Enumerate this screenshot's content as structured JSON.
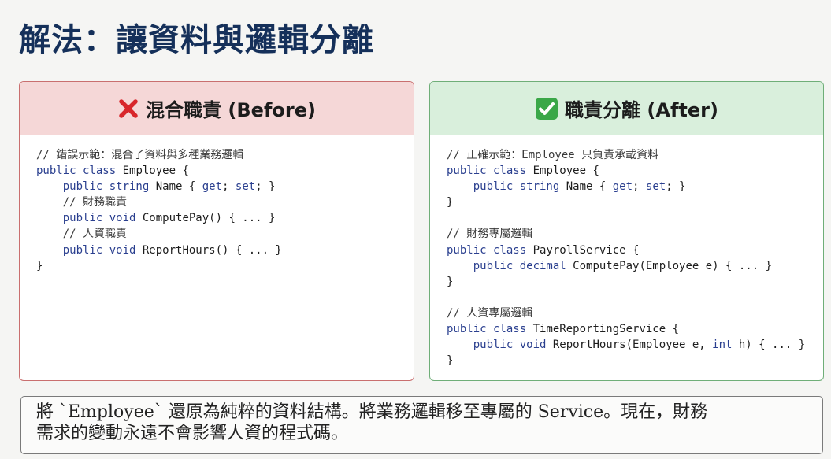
{
  "title": "解法：讓資料與邏輯分離",
  "before": {
    "icon": "cross-icon",
    "heading": "混合職責 (Before)",
    "accent": "#c96f6f",
    "header_bg": "#f5d7d7",
    "lines": [
      {
        "indent": "",
        "parts": [
          {
            "t": "// 錯誤示範：混合了資料與多種業務邏輯",
            "c": "cm"
          }
        ]
      },
      {
        "indent": "",
        "parts": [
          {
            "t": "public class",
            "c": "kw"
          },
          {
            "t": " Employee {",
            "c": ""
          }
        ]
      },
      {
        "indent": "    ",
        "parts": [
          {
            "t": "public string",
            "c": "kw"
          },
          {
            "t": " Name { ",
            "c": ""
          },
          {
            "t": "get",
            "c": "kw"
          },
          {
            "t": "; ",
            "c": ""
          },
          {
            "t": "set",
            "c": "kw"
          },
          {
            "t": "; }",
            "c": ""
          }
        ]
      },
      {
        "indent": "    ",
        "parts": [
          {
            "t": "// 財務職責",
            "c": "cm"
          }
        ]
      },
      {
        "indent": "    ",
        "parts": [
          {
            "t": "public void",
            "c": "kw"
          },
          {
            "t": " ComputePay() { ... }",
            "c": ""
          }
        ]
      },
      {
        "indent": "    ",
        "parts": [
          {
            "t": "// 人資職責",
            "c": "cm"
          }
        ]
      },
      {
        "indent": "    ",
        "parts": [
          {
            "t": "public void",
            "c": "kw"
          },
          {
            "t": " ReportHours() { ... }",
            "c": ""
          }
        ]
      },
      {
        "indent": "",
        "parts": [
          {
            "t": "}",
            "c": ""
          }
        ]
      }
    ]
  },
  "after": {
    "icon": "check-icon",
    "heading": "職責分離 (After)",
    "accent": "#6fae78",
    "header_bg": "#d9efdc",
    "lines": [
      {
        "indent": "",
        "parts": [
          {
            "t": "// 正確示範：Employee 只負責承載資料",
            "c": "cm"
          }
        ]
      },
      {
        "indent": "",
        "parts": [
          {
            "t": "public class",
            "c": "kw"
          },
          {
            "t": " Employee {",
            "c": ""
          }
        ]
      },
      {
        "indent": "    ",
        "parts": [
          {
            "t": "public string",
            "c": "kw"
          },
          {
            "t": " Name { ",
            "c": ""
          },
          {
            "t": "get",
            "c": "kw"
          },
          {
            "t": "; ",
            "c": ""
          },
          {
            "t": "set",
            "c": "kw"
          },
          {
            "t": "; }",
            "c": ""
          }
        ]
      },
      {
        "indent": "",
        "parts": [
          {
            "t": "}",
            "c": ""
          }
        ]
      },
      {
        "indent": "",
        "parts": []
      },
      {
        "indent": "",
        "parts": [
          {
            "t": "// 財務專屬邏輯",
            "c": "cm"
          }
        ]
      },
      {
        "indent": "",
        "parts": [
          {
            "t": "public class",
            "c": "kw"
          },
          {
            "t": " PayrollService {",
            "c": ""
          }
        ]
      },
      {
        "indent": "    ",
        "parts": [
          {
            "t": "public decimal",
            "c": "kw"
          },
          {
            "t": " ComputePay(Employee e) { ... }",
            "c": ""
          }
        ]
      },
      {
        "indent": "",
        "parts": [
          {
            "t": "}",
            "c": ""
          }
        ]
      },
      {
        "indent": "",
        "parts": []
      },
      {
        "indent": "",
        "parts": [
          {
            "t": "// 人資專屬邏輯",
            "c": "cm"
          }
        ]
      },
      {
        "indent": "",
        "parts": [
          {
            "t": "public class",
            "c": "kw"
          },
          {
            "t": " TimeReportingService {",
            "c": ""
          }
        ]
      },
      {
        "indent": "    ",
        "parts": [
          {
            "t": "public void",
            "c": "kw"
          },
          {
            "t": " ReportHours(Employee e, ",
            "c": ""
          },
          {
            "t": "int",
            "c": "kw"
          },
          {
            "t": " h) { ... }",
            "c": ""
          }
        ]
      },
      {
        "indent": "",
        "parts": [
          {
            "t": "}",
            "c": ""
          }
        ]
      }
    ]
  },
  "note": {
    "line1": "將 `Employee` 還原為純粹的資料結構。將業務邏輯移至專屬的 Service。現在，財務",
    "line2": "需求的變動永遠不會影響人資的程式碼。"
  }
}
